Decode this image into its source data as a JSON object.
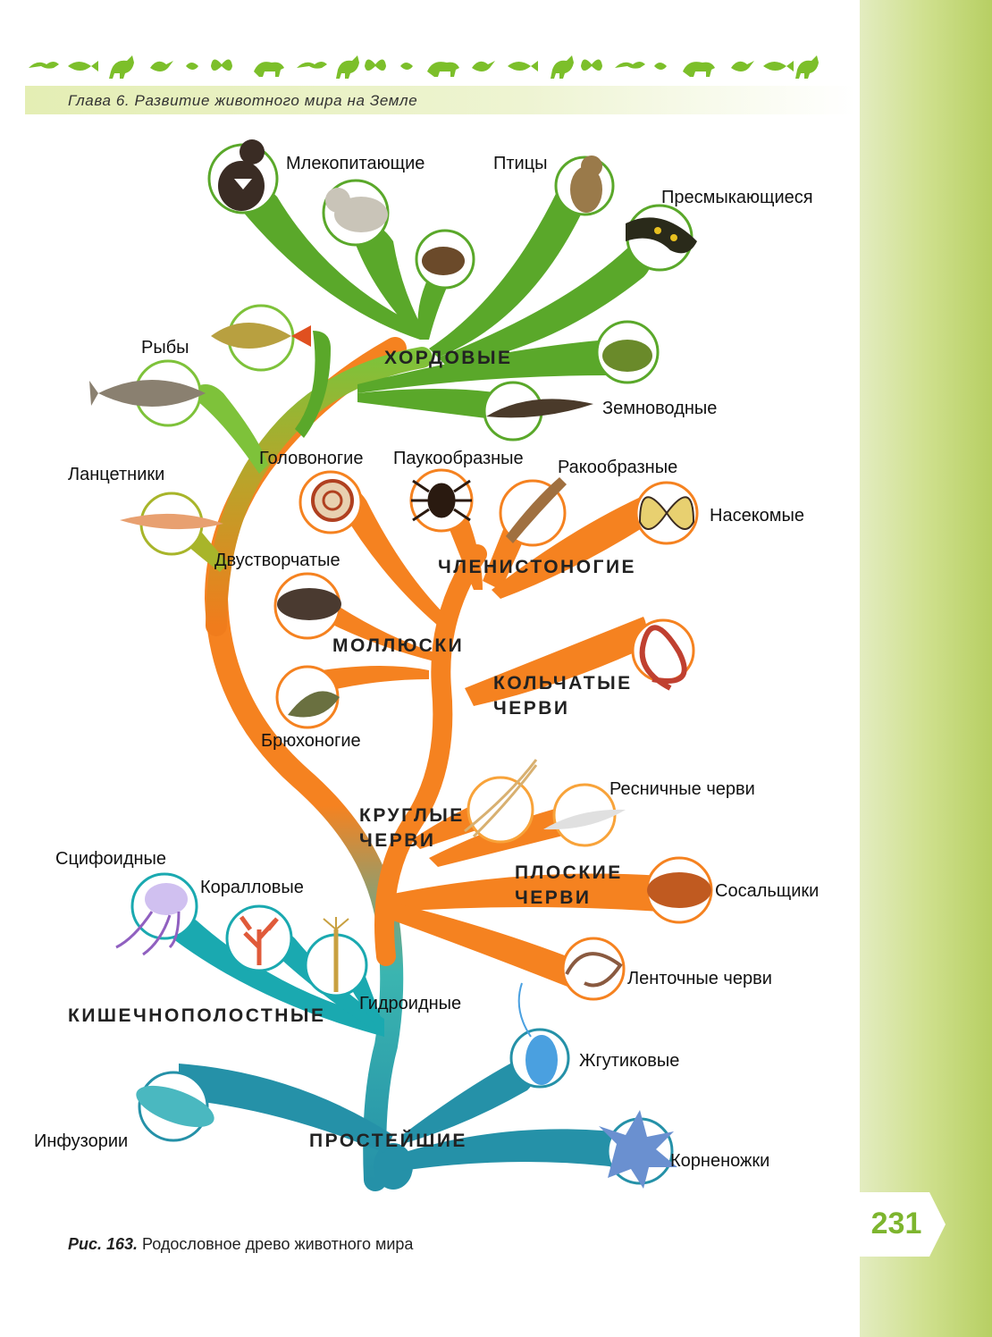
{
  "header": {
    "chapter": "Глава 6. Развитие животного мира на Земле",
    "animal_strip_icons": [
      "lizard-icon",
      "fish-icon",
      "horse-icon",
      "bird-icon",
      "insect-icon",
      "butterfly-icon"
    ]
  },
  "page_number": "231",
  "caption": {
    "label": "Рис. 163.",
    "text": " Родословное древо животного мира"
  },
  "groups": {
    "chordates": "ХОРДОВЫЕ",
    "arthropods": "ЧЛЕНИСТОНОГИЕ",
    "mollusks": "МОЛЛЮСКИ",
    "annelids_1": "КОЛЬЧАТЫЕ",
    "annelids_2": "ЧЕРВИ",
    "roundworms_1": "КРУГЛЫЕ",
    "roundworms_2": "ЧЕРВИ",
    "flatworms_1": "ПЛОСКИЕ",
    "flatworms_2": "ЧЕРВИ",
    "cnidarians": "КИШЕЧНОПОЛОСТНЫЕ",
    "protozoa": "ПРОСТЕЙШИЕ"
  },
  "labels": {
    "mammals": "Млекопитающие",
    "birds": "Птицы",
    "reptiles": "Пресмыкающиеся",
    "fishes": "Рыбы",
    "amphibians": "Земноводные",
    "lancelets": "Ланцетники",
    "cephalopods": "Головоногие",
    "arachnids": "Паукообразные",
    "crustaceans": "Ракообразные",
    "insects": "Насекомые",
    "bivalves": "Двустворчатые",
    "gastropods": "Брюхоногие",
    "turbellarians": "Ресничные черви",
    "flukes": "Сосальщики",
    "tapeworms": "Ленточные черви",
    "scyphozoa": "Сцифоидные",
    "corals": "Коралловые",
    "hydroids": "Гидроидные",
    "flagellates": "Жгутиковые",
    "ciliates": "Инфузории",
    "rhizopods": "Корненожки"
  },
  "colors": {
    "chordates": "#5aa82a",
    "arthropods": "#f58220",
    "cnidarians": "#1aa9b0",
    "protozoa": "#2591a8",
    "page_number": "#7db52e"
  }
}
